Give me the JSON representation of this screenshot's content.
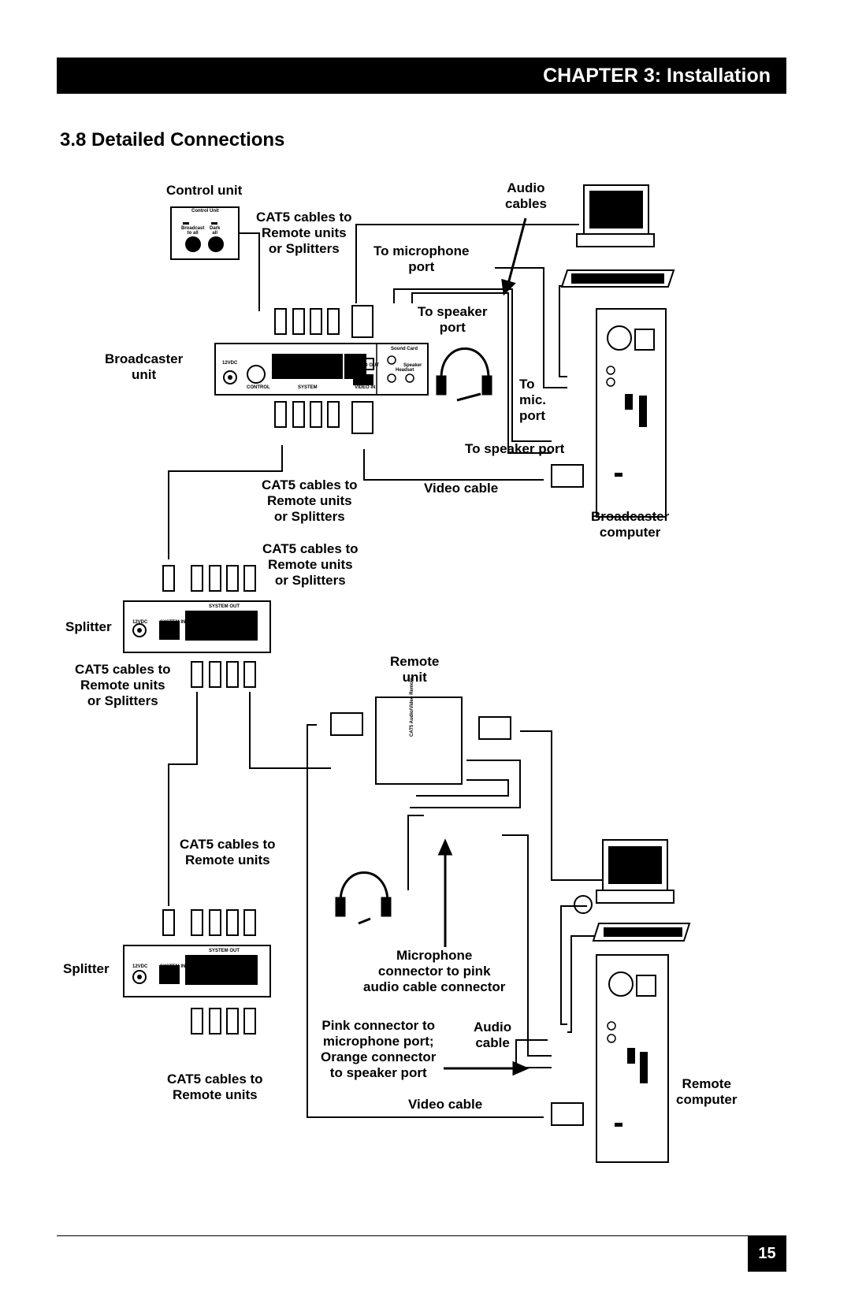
{
  "header": {
    "chapter": "CHAPTER 3: Installation"
  },
  "section": {
    "title": "3.8 Detailed Connections"
  },
  "labels": {
    "control_unit": "Control unit",
    "cat5_top": "CAT5 cables to\nRemote units\nor Splitters",
    "audio_cables": "Audio\ncables",
    "to_microphone_port": "To microphone\nport",
    "to_speaker_port_1": "To speaker\nport",
    "broadcaster_unit": "Broadcaster\nunit",
    "to_mic_port": "To\nmic.\nport",
    "to_speaker_port_2": "To speaker port",
    "cat5_mid": "CAT5 cables to\nRemote units\nor Splitters",
    "video_cable_1": "Video cable",
    "broadcaster_computer": "Broadcaster\ncomputer",
    "cat5_mid2": "CAT5 cables to\nRemote units\nor Splitters",
    "splitter_1": "Splitter",
    "cat5_left": "CAT5 cables to\nRemote units\nor Splitters",
    "remote_unit": "Remote\nunit",
    "cat5_remote_1": "CAT5 cables to\nRemote units",
    "splitter_2": "Splitter",
    "microphone_connector": "Microphone\nconnector to pink\naudio cable connector",
    "pink_connector": "Pink connector to\nmicrophone port;\nOrange connector\nto speaker port",
    "audio_cable": "Audio\ncable",
    "cat5_remote_2": "CAT5 cables to\nRemote units",
    "video_cable_2": "Video cable",
    "remote_computer": "Remote\ncomputer"
  },
  "device_text": {
    "control_unit_panel": "Control Unit",
    "broadcast_to_all": "Broadcast\nto all",
    "dark_all": "Dark\nall",
    "vdc": "12VDC",
    "control": "CONTROL",
    "system": "SYSTEM",
    "video_out": "VIDEO OUT",
    "video_in": "VIDEO IN",
    "sound_card": "Sound Card",
    "speaker": "Speaker",
    "headset": "Headset",
    "system_out": "SYSTEM OUT",
    "system_in": "SYSTEM IN",
    "remote_panel": "CAT5 Audio/Video Remote"
  },
  "footer": {
    "page_number": "15"
  }
}
